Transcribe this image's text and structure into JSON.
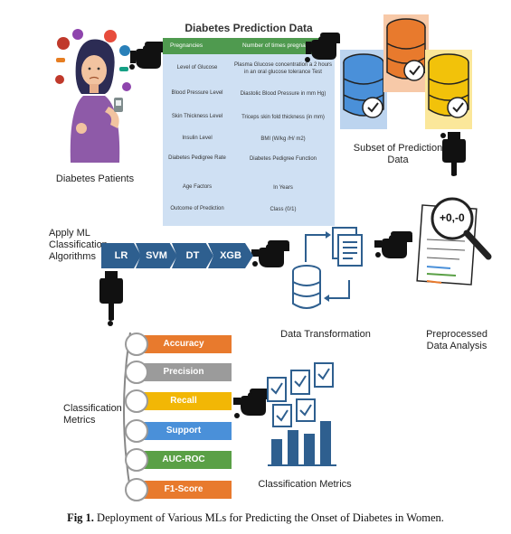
{
  "table": {
    "title": "Diabetes Prediction Data",
    "header_left": "Pregnancies",
    "header_right": "Number of times pregnant",
    "rows": [
      {
        "feature": "Level of Glucose",
        "description": "Plasma Glucose concentration a 2 hours in an oral glucose tolerance Test"
      },
      {
        "feature": "Blood Pressure Level",
        "description": "Diastolic Blood Pressure in mm Hg)"
      },
      {
        "feature": "Skin Thickness Level",
        "description": "Triceps skin fold thickness (in mm)"
      },
      {
        "feature": "Insulin Level",
        "description": "BMI (W/kg /H/ m2)"
      },
      {
        "feature": "Diabetes Pedigree Rate",
        "description": "Diabetes Pedigree Function"
      },
      {
        "feature": "Age Factors",
        "description": "In Years"
      },
      {
        "feature": "Outcome of Prediction",
        "description": "Class (0/1)"
      }
    ]
  },
  "labels": {
    "patients": "Diabetes Patients",
    "subset": "Subset of Prediction Data",
    "apply_ml": "Apply ML Classification Algorithms",
    "data_transformation": "Data Transformation",
    "preprocessed": "Preprocessed Data Analysis",
    "classification_metrics_left": "Classification Metrics",
    "classification_metrics_right": "Classification Metrics",
    "magnifier_text": "+0,-0"
  },
  "algorithms": [
    "LR",
    "SVM",
    "DT",
    "XGB"
  ],
  "metrics": [
    {
      "label": "Accuracy",
      "color": "#e87a2d"
    },
    {
      "label": "Precision",
      "color": "#9b9b9b"
    },
    {
      "label": "Recall",
      "color": "#f2b705"
    },
    {
      "label": "Support",
      "color": "#4a90d9"
    },
    {
      "label": "AUC-ROC",
      "color": "#5aa046"
    },
    {
      "label": "F1-Score",
      "color": "#e87a2d"
    }
  ],
  "caption": {
    "prefix": "Fig 1.",
    "text": " Deployment of Various MLs for Predicting the Onset of Diabetes in Women."
  },
  "icons": [
    "patients-illustration",
    "pointing-hand-icon",
    "database-icon",
    "magnifier-icon",
    "document-icon",
    "chart-icon"
  ]
}
